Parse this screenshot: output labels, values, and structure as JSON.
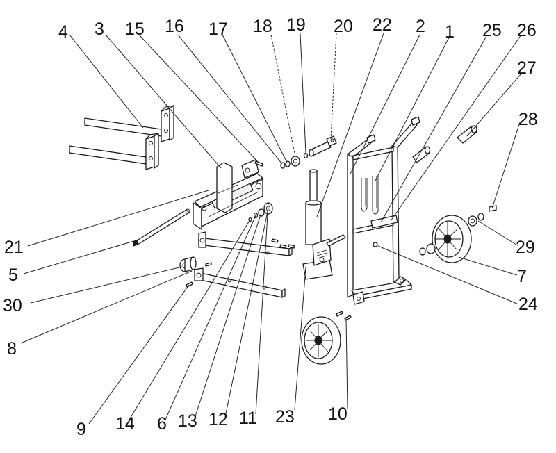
{
  "callouts": [
    {
      "id": "4",
      "label": "4"
    },
    {
      "id": "3",
      "label": "3"
    },
    {
      "id": "15",
      "label": "15"
    },
    {
      "id": "16",
      "label": "16"
    },
    {
      "id": "17",
      "label": "17"
    },
    {
      "id": "18",
      "label": "18"
    },
    {
      "id": "19",
      "label": "19"
    },
    {
      "id": "20",
      "label": "20"
    },
    {
      "id": "22",
      "label": "22"
    },
    {
      "id": "2",
      "label": "2"
    },
    {
      "id": "1",
      "label": "1"
    },
    {
      "id": "25",
      "label": "25"
    },
    {
      "id": "26",
      "label": "26"
    },
    {
      "id": "27",
      "label": "27"
    },
    {
      "id": "28",
      "label": "28"
    },
    {
      "id": "21",
      "label": "21"
    },
    {
      "id": "5",
      "label": "5"
    },
    {
      "id": "29",
      "label": "29"
    },
    {
      "id": "7",
      "label": "7"
    },
    {
      "id": "30",
      "label": "30"
    },
    {
      "id": "24",
      "label": "24"
    },
    {
      "id": "8",
      "label": "8"
    },
    {
      "id": "9",
      "label": "9"
    },
    {
      "id": "14",
      "label": "14"
    },
    {
      "id": "6",
      "label": "6"
    },
    {
      "id": "13",
      "label": "13"
    },
    {
      "id": "12",
      "label": "12"
    },
    {
      "id": "11",
      "label": "11"
    },
    {
      "id": "23",
      "label": "23"
    },
    {
      "id": "10",
      "label": "10"
    }
  ]
}
